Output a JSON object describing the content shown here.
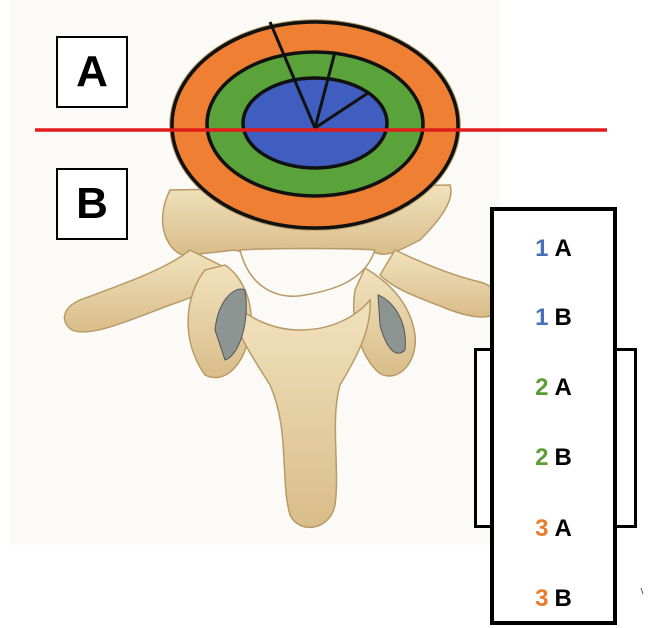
{
  "labels": {
    "region_a": "A",
    "region_b": "B"
  },
  "legend": {
    "items": [
      {
        "number": "1",
        "letter": "A",
        "color": "#4a6fba"
      },
      {
        "number": "1",
        "letter": "B",
        "color": "#4a6fba"
      },
      {
        "number": "2",
        "letter": "A",
        "color": "#5a9e35"
      },
      {
        "number": "2",
        "letter": "B",
        "color": "#5a9e35"
      },
      {
        "number": "3",
        "letter": "A",
        "color": "#ec7b2c"
      },
      {
        "number": "3",
        "letter": "B",
        "color": "#ec7b2c"
      }
    ]
  },
  "colors": {
    "zone_1": "#3f5ebf",
    "zone_2": "#5aa33b",
    "zone_3": "#ef8033",
    "dividing_line": "#e21b1b",
    "bone": "#e8d4a7"
  }
}
